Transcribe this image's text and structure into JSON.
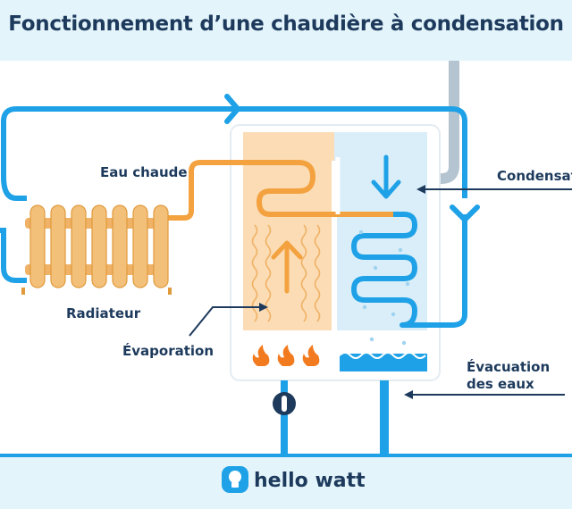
{
  "title": "Fonctionnement d’une chaudière à condensation",
  "labels": {
    "hot_water": "Eau chaude",
    "radiator": "Radiateur",
    "evaporation": "Évaporation",
    "condensation": "Condensation",
    "drain_line1": "Évacuation",
    "drain_line2": "des eaux"
  },
  "brand": {
    "name": "hello watt",
    "icon": "lightbulb-icon"
  },
  "colors": {
    "navy": "#1d3a5c",
    "blue": "#1ea1e6",
    "orange": "#f3a23f",
    "warm_panel": "#fbdcb5",
    "cool_panel": "#d9eef9",
    "water": "#1ea1e6",
    "flame": "#f27b20",
    "light_bg": "#e3f4fb",
    "gray_pipe": "#b4c4d0"
  }
}
